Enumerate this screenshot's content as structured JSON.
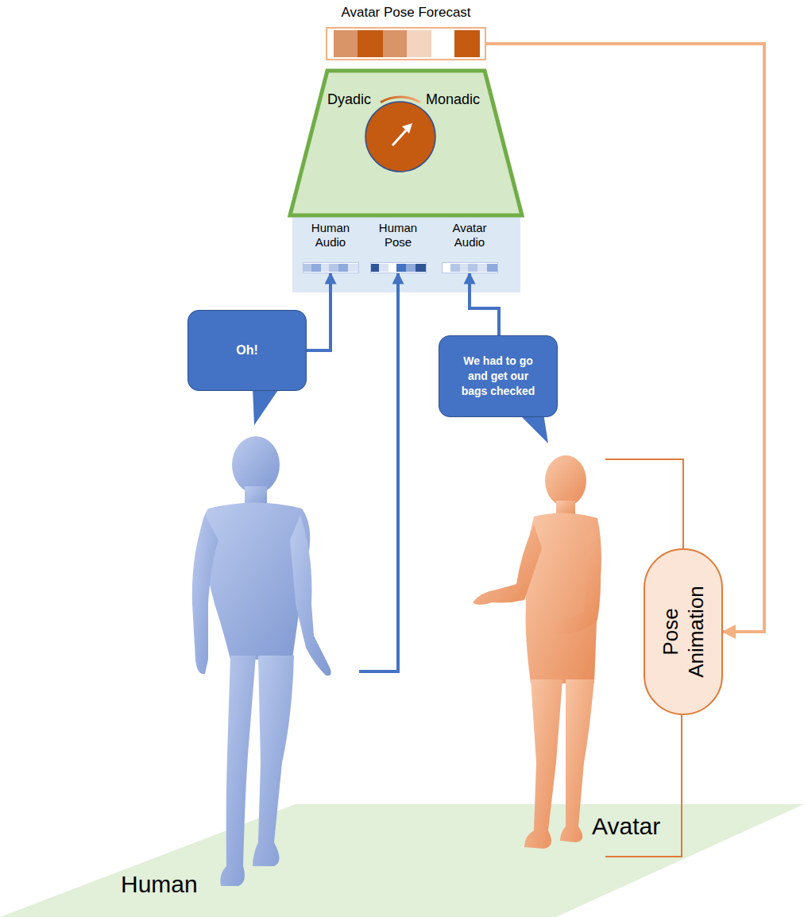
{
  "diagram": {
    "nodes": [
      {
        "text": [
          "Avatar Pose Forecast"
        ]
      },
      {
        "text": [
          "Dyadic",
          "Monadic"
        ]
      },
      {
        "text": [
          "Human Audio"
        ]
      },
      {
        "text": [
          "Human Pose"
        ]
      },
      {
        "text": [
          "Avatar Audio"
        ]
      },
      {
        "text": [
          "Oh!"
        ]
      },
      {
        "text": [
          "We had to go and get our bags checked"
        ]
      },
      {
        "text": [
          "Pose Animation"
        ]
      },
      {
        "text": [
          "Human"
        ]
      },
      {
        "text": [
          "Avatar"
        ]
      }
    ],
    "edges": [
      {
        "from": 0,
        "to": 7,
        "arrow": "to"
      },
      {
        "from": 5,
        "to": 2,
        "arrow": "to"
      },
      {
        "from": 8,
        "to": 3,
        "arrow": "to"
      },
      {
        "from": 6,
        "to": 4,
        "arrow": "to"
      },
      {
        "from": 7,
        "to": 9,
        "arrow": "none"
      }
    ]
  }
}
